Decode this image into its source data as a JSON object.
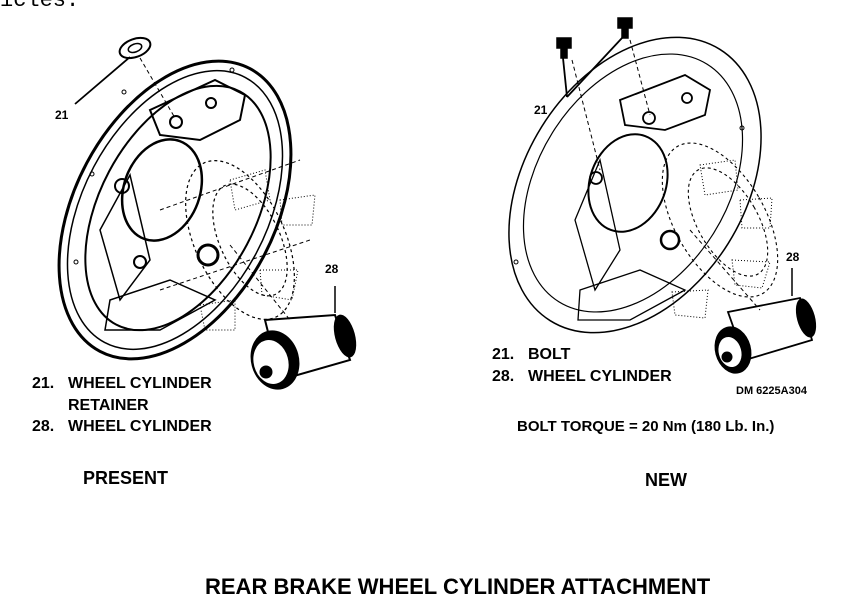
{
  "header": {
    "cut_text": "icles."
  },
  "present": {
    "callout_21": "21",
    "callout_28": "28",
    "legend": [
      {
        "num": "21.",
        "text": "WHEEL CYLINDER"
      },
      {
        "num": "",
        "text": "RETAINER"
      },
      {
        "num": "28.",
        "text": "WHEEL CYLINDER"
      }
    ],
    "caption": "PRESENT"
  },
  "new": {
    "callout_21": "21",
    "callout_28": "28",
    "legend": [
      {
        "num": "21.",
        "text": "BOLT"
      },
      {
        "num": "28.",
        "text": "WHEEL CYLINDER"
      }
    ],
    "figure_code": "DM 6225A304",
    "torque_note": "BOLT TORQUE = 20 Nm (180 Lb. In.)",
    "caption": "NEW"
  },
  "footer": {
    "title": "REAR BRAKE WHEEL CYLINDER ATTACHMENT"
  }
}
